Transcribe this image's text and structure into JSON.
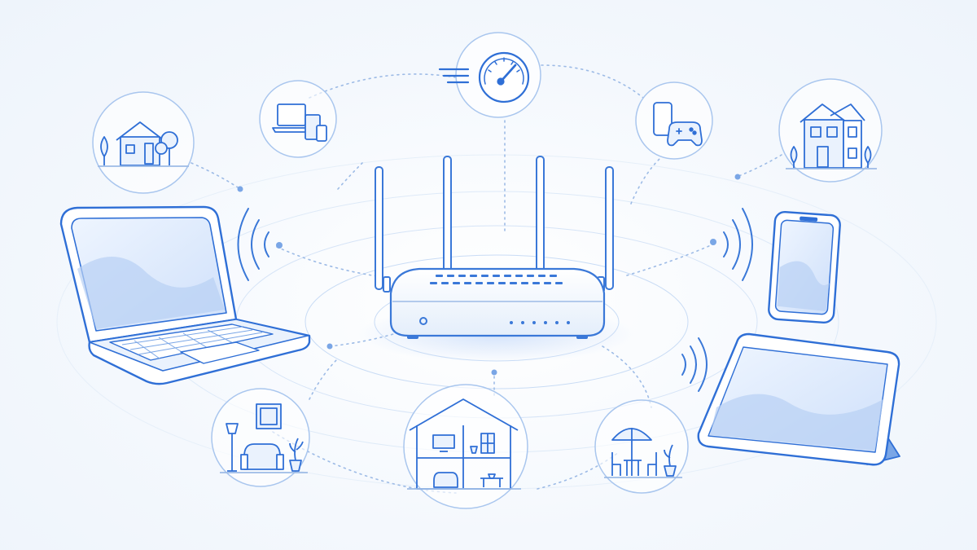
{
  "colors": {
    "primary": "#3a78d8",
    "stroke": "#2f6fd6",
    "light": "#d7e5f8",
    "fill": "#eaf2fd",
    "dotted": "#9dbbe6",
    "background": "#f4f8fd"
  },
  "nodes": [
    {
      "id": "house-outdoor",
      "icon": "house-with-trees-icon"
    },
    {
      "id": "devices",
      "icon": "laptop-tablet-phone-icon"
    },
    {
      "id": "speed",
      "icon": "speedometer-icon"
    },
    {
      "id": "mobile-gaming",
      "icon": "phone-gamepad-icon"
    },
    {
      "id": "two-storey-house",
      "icon": "two-storey-house-icon"
    },
    {
      "id": "living-room",
      "icon": "armchair-lamp-plant-icon"
    },
    {
      "id": "whole-home",
      "icon": "house-cross-section-icon"
    },
    {
      "id": "patio",
      "icon": "patio-umbrella-table-icon"
    }
  ],
  "devices": [
    {
      "id": "laptop",
      "icon": "laptop-icon"
    },
    {
      "id": "smartphone",
      "icon": "smartphone-icon"
    },
    {
      "id": "tablet",
      "icon": "tablet-on-stand-icon"
    }
  ],
  "router": {
    "icon": "wifi-router-icon",
    "antennas": 4,
    "status_leds": 6
  }
}
